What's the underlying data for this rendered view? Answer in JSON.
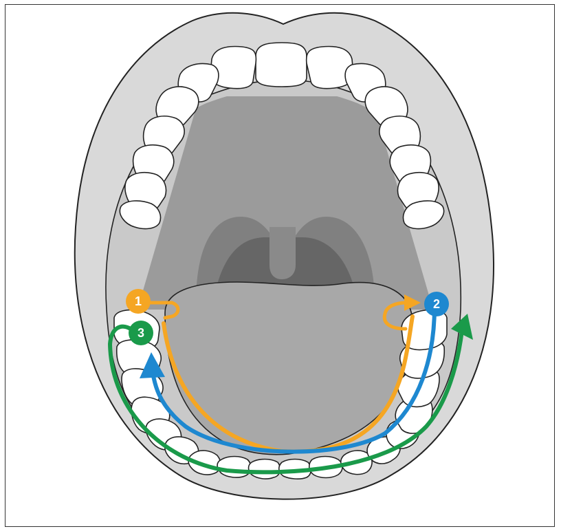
{
  "colors": {
    "step1": "#f5a623",
    "step2": "#1e88d0",
    "step3": "#1a9a4a",
    "lips": "#d9d9d9",
    "palate": "#9b9b9b",
    "throat": "#6e6e6e",
    "tongue": "#a8a8a8"
  },
  "steps": [
    {
      "number": "1",
      "color": "#f5a623"
    },
    {
      "number": "2",
      "color": "#1e88d0"
    },
    {
      "number": "3",
      "color": "#1a9a4a"
    }
  ]
}
